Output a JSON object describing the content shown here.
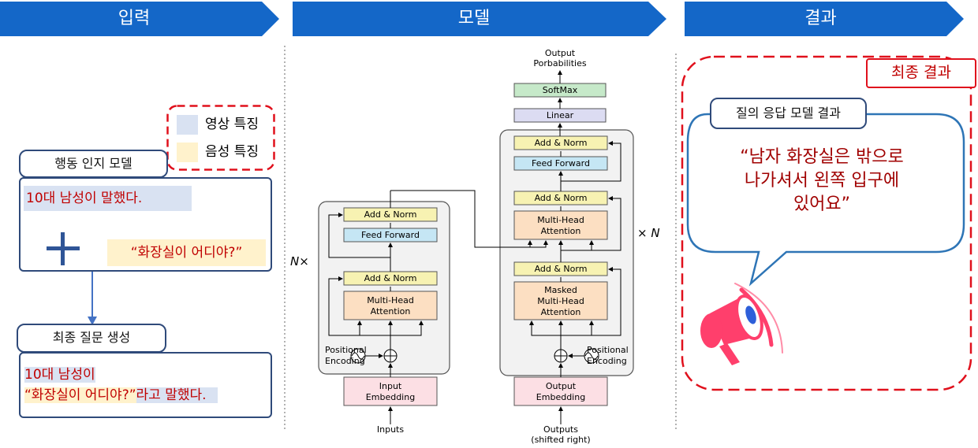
{
  "colors": {
    "header_blue": "#1467c8",
    "box_border": "#2f4a7a",
    "dashed_red": "#e0101c",
    "video_feature": "#d9e2f2",
    "audio_feature": "#fff2cc",
    "bubble_border": "#2e75b6",
    "megaphone": "#ff3f6c"
  },
  "headers": {
    "input": "입력",
    "model": "모델",
    "result": "결과"
  },
  "legend": {
    "video": "영상 특징",
    "audio": "음성 특징"
  },
  "input_panel": {
    "action_model_label": "행동 인지 모델",
    "action_text": "10대 남성이 말했다.",
    "speech_text": "“화장실이 어디야?”",
    "plus_symbol": "+",
    "final_question_label": "최종 질문 생성",
    "final_line1": "10대 남성이",
    "final_line2_quote": "“화장실이 어디야?”",
    "final_line2_rest": "라고 말했다."
  },
  "model_panel": {
    "output_probabilities": [
      "Output",
      "Porbabilities"
    ],
    "softmax": "SoftMax",
    "linear": "Linear",
    "add_norm": "Add & Norm",
    "feed_forward": "Feed Forward",
    "multi_head": [
      "Multi-Head",
      "Attention"
    ],
    "masked_multi_head": [
      "Masked",
      "Multi-Head",
      "Attention"
    ],
    "nx_left": "N×",
    "nx_right": "× N",
    "positional_encoding": [
      "Positional",
      "Encoding"
    ],
    "input_embedding": [
      "Input",
      "Embedding"
    ],
    "output_embedding": [
      "Output",
      "Embedding"
    ],
    "inputs": "Inputs",
    "outputs": [
      "Outputs",
      "(shifted right)"
    ]
  },
  "result_panel": {
    "final_result_label": "최종 결과",
    "qa_model_label": "질의 응답 모델 결과",
    "answer_lines": [
      "“남자 화장실은 밖으로",
      "나가셔서 왼쪽 입구에",
      "있어요”"
    ]
  }
}
